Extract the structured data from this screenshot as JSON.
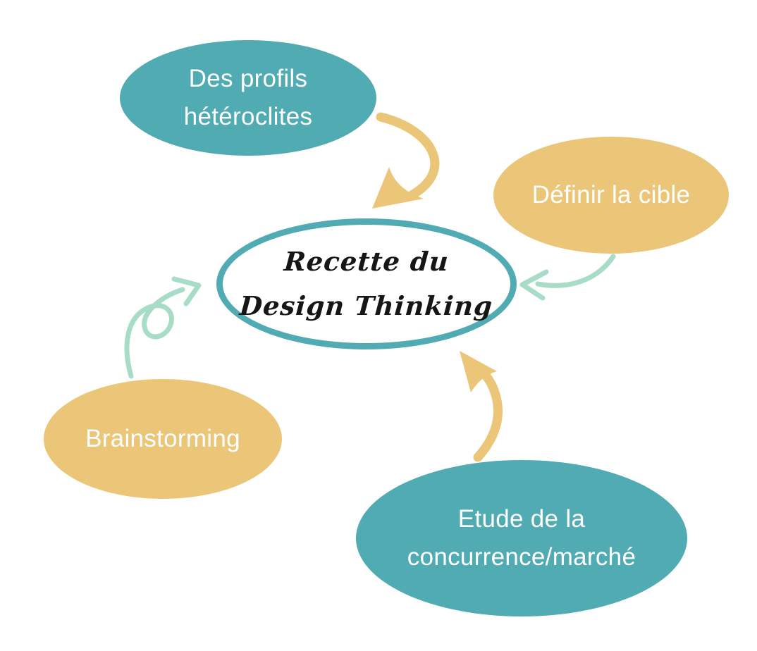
{
  "title": "Recette du Design Thinking diagram",
  "colors": {
    "background": "#ffffff",
    "teal": "#50ABB3",
    "yellow": "#EBC678",
    "mint": "#A7DCC6",
    "ink": "#161616",
    "node_text": "#ffffff"
  },
  "center": {
    "line1": "Recette du",
    "line2": "Design Thinking"
  },
  "nodes": [
    {
      "id": "des-profils",
      "line1": "Des profils",
      "line2": "hétéroclites",
      "color": "teal"
    },
    {
      "id": "definir-cible",
      "line1": "Définir la cible",
      "color": "yellow"
    },
    {
      "id": "brainstorming",
      "line1": "Brainstorming",
      "color": "yellow"
    },
    {
      "id": "etude",
      "line1": "Etude de la",
      "line2": "concurrence/marché",
      "color": "teal"
    }
  ],
  "arrows": [
    {
      "from": "des-profils",
      "to": "center",
      "color": "yellow",
      "style": "thick curved, points down-left"
    },
    {
      "from": "definir-cible",
      "to": "center",
      "color": "mint",
      "style": "thin curved, points left"
    },
    {
      "from": "brainstorming",
      "to": "center",
      "color": "mint",
      "style": "thin curved with loop, points up-right"
    },
    {
      "from": "etude",
      "to": "center",
      "color": "yellow",
      "style": "thick curved, points up-left"
    }
  ]
}
